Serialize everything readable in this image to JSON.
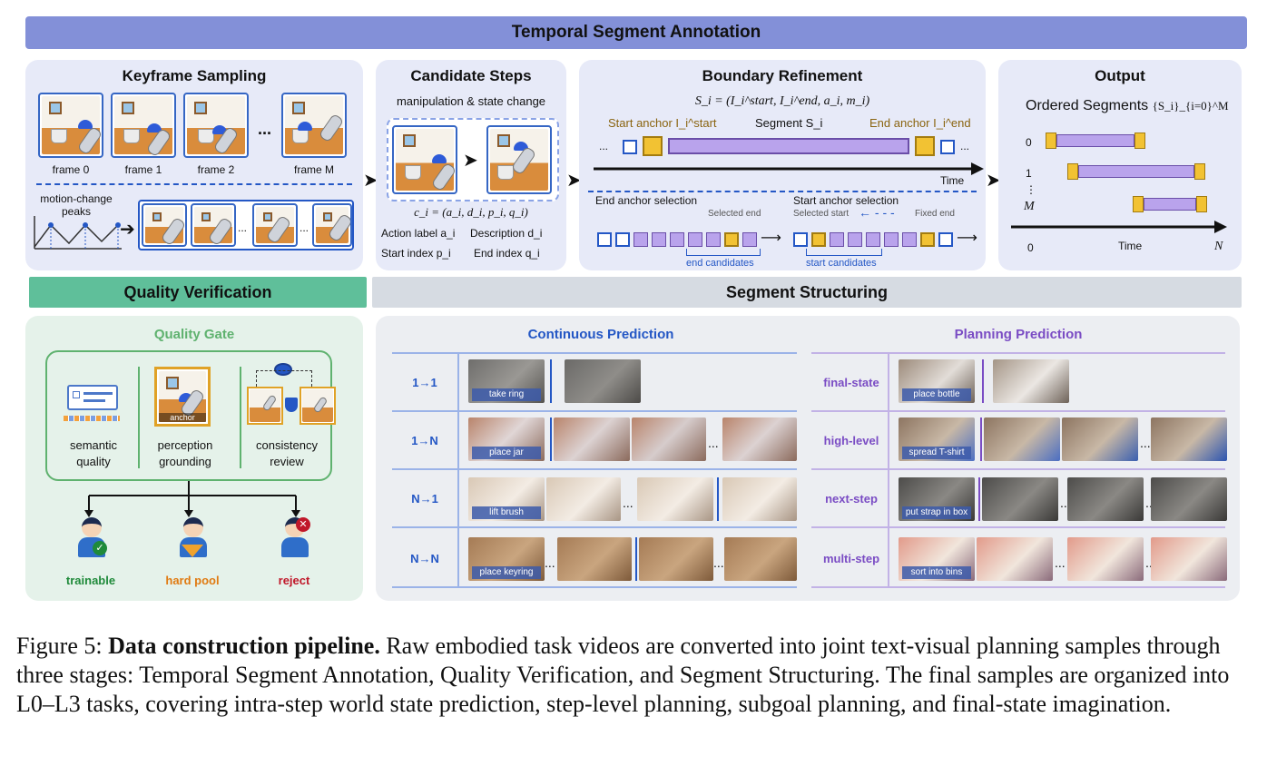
{
  "top_bar": "Temporal Segment Annotation",
  "keyframe": {
    "title": "Keyframe Sampling",
    "frames": [
      "frame 0",
      "frame 1",
      "frame 2",
      "frame M"
    ],
    "ellipsis": "...",
    "motion_label": "motion-change\npeaks"
  },
  "candidate": {
    "title": "Candidate Steps",
    "subtitle": "manipulation & state change",
    "formula": "c_i = (a_i, d_i, p_i, q_i)",
    "action_label": "Action label a_i",
    "description": "Description d_i",
    "start_index": "Start index p_i",
    "end_index": "End index q_i"
  },
  "boundary": {
    "title": "Boundary Refinement",
    "formula": "S_i = (I_i^start, I_i^end, a_i, m_i)",
    "start_anchor": "Start anchor I_i^start",
    "segment": "Segment S_i",
    "end_anchor": "End anchor I_i^end",
    "time": "Time",
    "ellipsis": "...",
    "end_anchor_selection": "End anchor selection",
    "start_anchor_selection": "Start anchor selection",
    "selected_end": "Selected end",
    "selected_start": "Selected start",
    "fixed_end": "Fixed end",
    "end_candidates": "end candidates",
    "start_candidates": "start candidates"
  },
  "output": {
    "title": "Output",
    "ordered": "Ordered Segments",
    "ordered_math": "{S_i}_{i=0}^M",
    "rows": [
      "0",
      "1",
      "⋮",
      "M"
    ],
    "x_start": "0",
    "x_label": "Time",
    "x_end": "N"
  },
  "quality": {
    "bar": "Quality Verification",
    "gate": "Quality Gate",
    "criteria": [
      "semantic\nquality",
      "perception\ngrounding",
      "consistency\nreview"
    ],
    "anchor_tag": "anchor",
    "outcomes": [
      "trainable",
      "hard pool",
      "reject"
    ],
    "colors": {
      "trainable": "#1f8a3a",
      "hard_pool": "#e07b12",
      "reject": "#c0182a",
      "gate": "#5fb26f"
    }
  },
  "structuring": {
    "bar": "Segment Structuring",
    "continuous_title": "Continuous Prediction",
    "planning_title": "Planning Prediction",
    "continuous_rows": [
      {
        "label": "1→1",
        "caption": "take ring"
      },
      {
        "label": "1→N",
        "caption": "place jar"
      },
      {
        "label": "N→1",
        "caption": "lift brush"
      },
      {
        "label": "N→N",
        "caption": "place keyring"
      }
    ],
    "planning_rows": [
      {
        "label": "final-state",
        "caption": "place bottle"
      },
      {
        "label": "high-level",
        "caption": "spread T-shirt"
      },
      {
        "label": "next-step",
        "caption": "put strap in box"
      },
      {
        "label": "multi-step",
        "caption": "sort into bins"
      }
    ],
    "ellipsis": "..."
  },
  "caption": {
    "prefix": "Figure 5: ",
    "bold": "Data construction pipeline.",
    "rest": " Raw embodied task videos are converted into joint text-visual planning samples through three stages: Temporal Segment Annotation, Quality Verification, and Segment Structuring. The final samples are organized into L0–L3 tasks, covering intra-step world state prediction, step-level planning, subgoal planning, and final-state imagination."
  }
}
